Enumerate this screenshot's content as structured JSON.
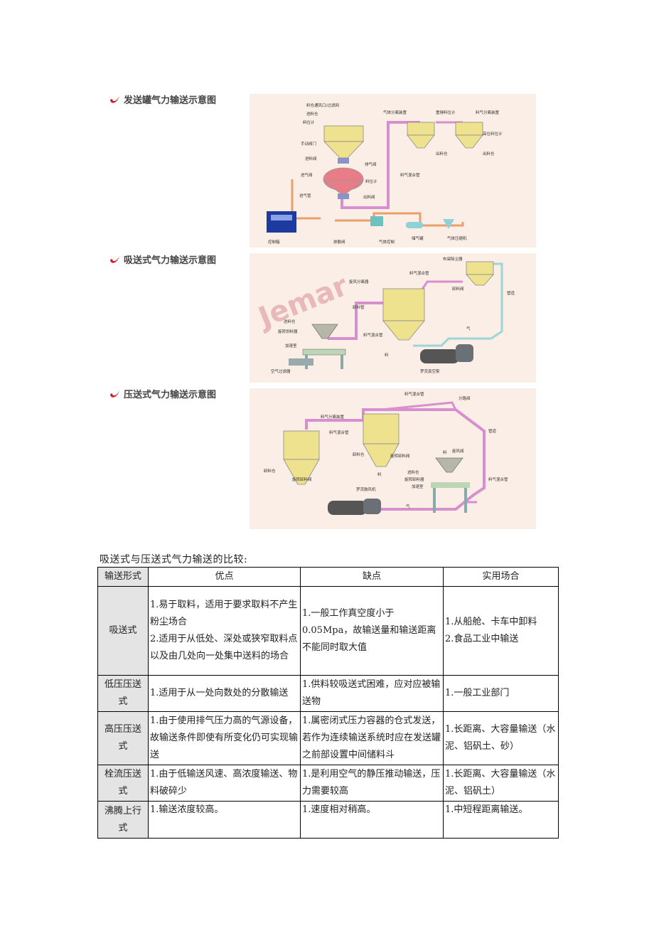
{
  "sections": [
    {
      "title": "发送罐气力输送示意图",
      "labels": [
        "料仓通风口/过滤网",
        "进料仓",
        "料位计",
        "手动阀门",
        "进料阀",
        "进气阀",
        "进气管",
        "排气阀",
        "料位计",
        "出料阀",
        "料气混合管",
        "气体分离装置",
        "重锤料位计",
        "料气分离装置",
        "高位料位计",
        "出料仓",
        "出料仓",
        "控制箱",
        "放散阀",
        "气体控制",
        "储气罐",
        "气体压缩机"
      ]
    },
    {
      "title": "吸送式气力输送示意图",
      "watermark": "Jemar",
      "labels": [
        "布袋除尘器",
        "料气混合管",
        "旋风分离器",
        "卸料阀",
        "管道",
        "卸料管",
        "进料仓",
        "旋转供料器",
        "料气混合管",
        "加速室",
        "料",
        "罗茨真空泵",
        "空气过滤器",
        "气"
      ]
    },
    {
      "title": "压送式气力输送示意图",
      "labels": [
        "料气混合管",
        "分路阀",
        "料气分离装置",
        "料气混合管",
        "管道",
        "卸料仓",
        "卸料仓",
        "旋转卸料阀",
        "料",
        "旋风阀",
        "进料仓",
        "旋转卸料器",
        "加速室",
        "旋转卸料阀",
        "罗茨鼓风机",
        "料气混合管",
        "料",
        "气"
      ]
    }
  ],
  "table": {
    "caption": "吸送式与压送式气力输送的比较:",
    "headers": [
      "输送形式",
      "优点",
      "缺点",
      "实用场合"
    ],
    "rows": [
      {
        "kind": "吸送式",
        "pros": [
          "1.易于取料，适用于要求取料不产生粉尘场合",
          "2.适用于从低处、深处或狭窄取料点以及由几处向一处集中送料的场合"
        ],
        "cons": [
          "1.一般工作真空度小于 0.05Mpa，故输送量和输送距离不能同时取大值"
        ],
        "use": [
          "1.从船舱、卡车中卸料",
          "2.食品工业中输送"
        ]
      },
      {
        "kind": "低压压送式",
        "pros": [
          "1.适用于从一处向数处的分散输送"
        ],
        "cons": [
          "1.供料较吸送式困难，应对应被输送物"
        ],
        "use": [
          "1.一般工业部门"
        ]
      },
      {
        "kind": "高压压送式",
        "pros": [
          "1.由于使用排气压力高的气源设备，故输送条件即使有所变化仍可实现输送"
        ],
        "cons": [
          "1.属密闭式压力容器的仓式发送，若作为连续输送系统时应在发送罐之前部设置中间储料斗"
        ],
        "use": [
          "1.长距离、大容量输送（水泥、铝矾土、砂）"
        ]
      },
      {
        "kind": "栓流压送式",
        "pros": [
          "1.由于低输送风速、高浓度输送、物料破碎少"
        ],
        "cons": [
          "1.是利用空气的静压推动输送，压力需要较高"
        ],
        "use": [
          "1.长距离、大容量输送（水泥、铝矾土）"
        ]
      },
      {
        "kind": "沸腾上行式",
        "pros": [
          "1.输送浓度较高。"
        ],
        "cons": [
          "1.速度相对稍高。"
        ],
        "use": [
          "1.中短程距离输送。"
        ]
      }
    ]
  },
  "colors": {
    "panel_bg": "#fbeee6",
    "pipe": "#d88fcf",
    "silo": "#efe28f",
    "tank": "#e87d87",
    "header_bg": "#e4e4e4",
    "brand_mark": "#d81f26"
  }
}
